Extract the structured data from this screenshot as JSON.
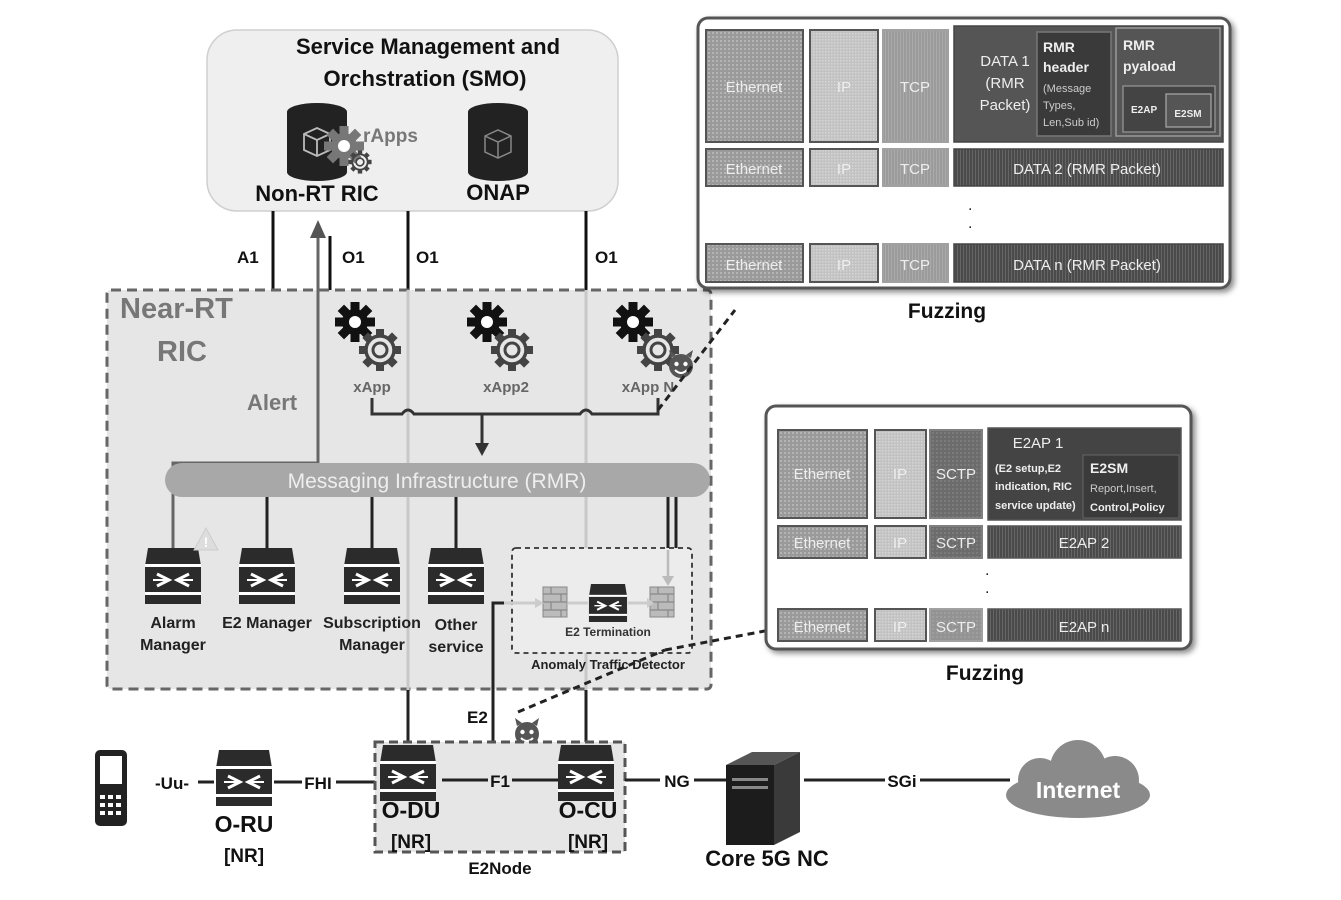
{
  "smo": {
    "title_line1": "Service Management and",
    "title_line2": "Orchstration (SMO)",
    "rapps": "rApps",
    "nonrt": "Non-RT RIC",
    "onap": "ONAP"
  },
  "interfaces": {
    "a1": "A1",
    "o1_a": "O1",
    "o1_b": "O1",
    "o1_c": "O1",
    "e2": "E2",
    "uu": "-Uu-",
    "fhi": "FHI",
    "f1": "F1",
    "ng": "NG",
    "sgi": "SGi"
  },
  "nearrt": {
    "title_line1": "Near-RT",
    "title_line2": "RIC",
    "alert": "Alert",
    "xapp1": "xApp",
    "xapp2": "xApp2",
    "xappn": "xApp N",
    "rmr": "Messaging Infrastructure (RMR)"
  },
  "services": {
    "alarm_line1": "Alarm",
    "alarm_line2": "Manager",
    "e2mgr": "E2 Manager",
    "sub_line1": "Subscription",
    "sub_line2": "Manager",
    "other_line1": "Other",
    "other_line2": "service",
    "e2term": "E2 Termination",
    "anomaly": "Anomaly Traffic Detector"
  },
  "ran": {
    "oru": "O-RU",
    "oru_nr": "[NR]",
    "odu": "O-DU",
    "odu_nr": "[NR]",
    "ocu": "O-CU",
    "ocu_nr": "[NR]",
    "e2node": "E2Node",
    "core": "Core 5G NC",
    "internet": "Internet"
  },
  "fuzz1": {
    "caption": "Fuzzing",
    "eth": "Ethernet",
    "ip": "IP",
    "tcp": "TCP",
    "data1_line1": "DATA 1",
    "data1_line2": "(RMR",
    "data1_line3": "Packet)",
    "hdr_line1": "RMR",
    "hdr_line2": "header",
    "hdr_line3": "(Message",
    "hdr_line4": "Types,",
    "hdr_line5": "Len,Sub id)",
    "pl_line1": "RMR",
    "pl_line2": "pyaload",
    "e2ap": "E2AP",
    "e2sm": "E2SM",
    "data2": "DATA 2 (RMR Packet)",
    "datan": "DATA n (RMR Packet)"
  },
  "fuzz2": {
    "caption": "Fuzzing",
    "eth": "Ethernet",
    "ip": "IP",
    "sctp": "SCTP",
    "e2ap1": "E2AP 1",
    "e2ap1_d1": "(E2 setup,E2",
    "e2ap1_d2": "indication, RIC",
    "e2ap1_d3": "service update)",
    "e2sm": "E2SM",
    "e2sm_d1": "Report,Insert,",
    "e2sm_d2": "Control,Policy",
    "e2ap2": "E2AP 2",
    "e2apn": "E2AP n"
  }
}
